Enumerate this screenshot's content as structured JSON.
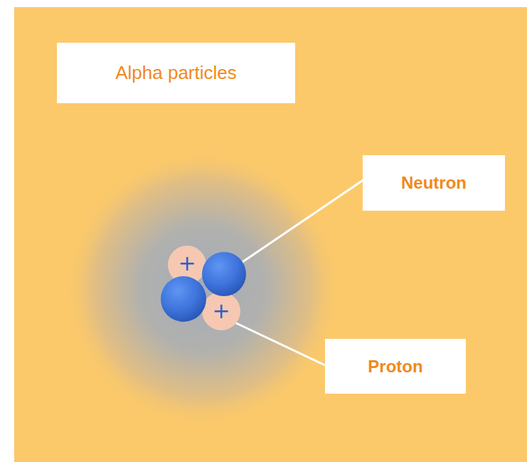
{
  "diagram": {
    "nodes": [
      {
        "text": [
          "Alpha particles"
        ]
      },
      {
        "text": [
          "Neutron"
        ]
      },
      {
        "text": [
          "Proton"
        ]
      }
    ],
    "labels": [
      "+",
      "+"
    ]
  }
}
